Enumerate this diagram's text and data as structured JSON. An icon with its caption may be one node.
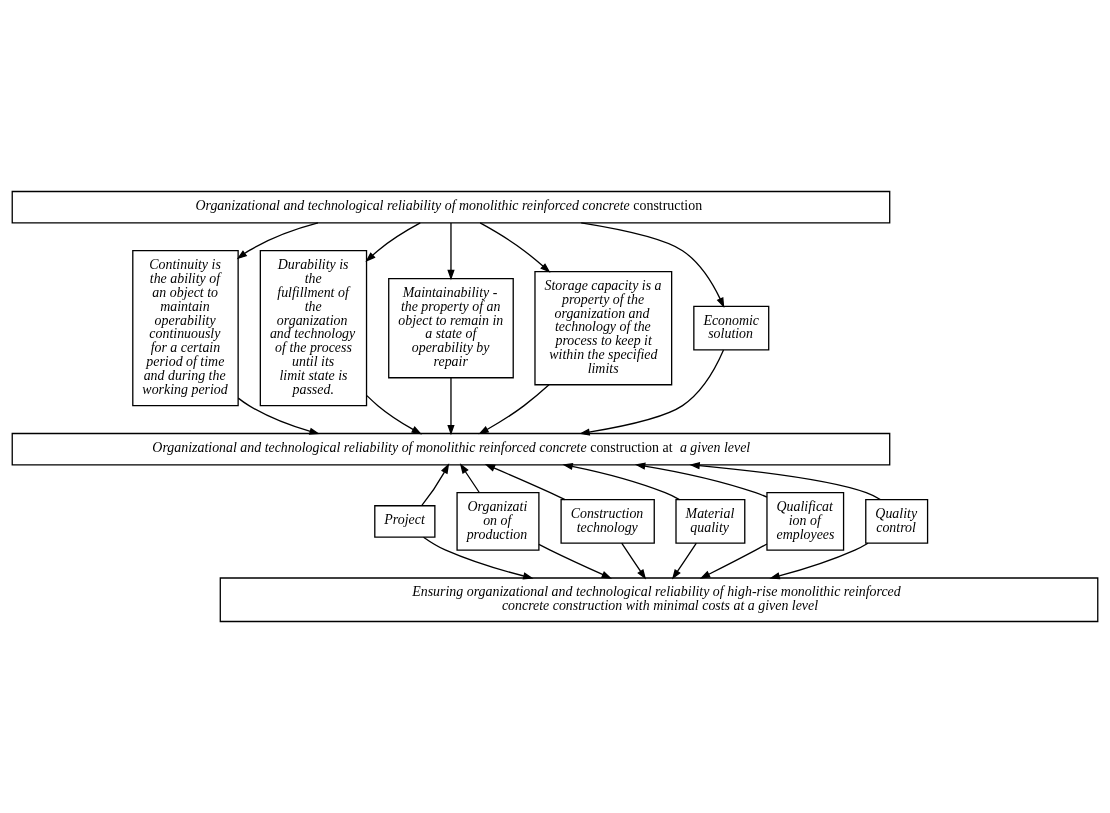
{
  "diagram": {
    "nodes": [
      {
        "text": [
          "*Organizational and technological reliability of monolithic reinforced concrete* construction"
        ]
      },
      {
        "text": [
          "Continuity is the ability of an object to maintain operability continuously for a certain period of time and during the working period"
        ]
      },
      {
        "text": [
          "Durability is the fulfillment of the organization and technology of the process until its limit state is passed."
        ]
      },
      {
        "text": [
          "Maintainability - the property of an object to remain in a state of operability by repair"
        ]
      },
      {
        "text": [
          "Storage capacity is a property of the organization and technology of the process to keep it within the specified limits"
        ]
      },
      {
        "text": [
          "Economic solution"
        ]
      },
      {
        "text": [
          "*Organizational and technological reliability of monolithic reinforced concrete* construction at *a given level*"
        ]
      },
      {
        "text": [
          "Project"
        ]
      },
      {
        "text": [
          "Organizati on of production"
        ]
      },
      {
        "text": [
          "Construction technology"
        ]
      },
      {
        "text": [
          "Material quality"
        ]
      },
      {
        "text": [
          "Qualificat ion of employees"
        ]
      },
      {
        "text": [
          "Quality control"
        ]
      },
      {
        "text": [
          "Ensuring organizational and technological reliability of high-rise monolithic reinforced concrete construction with minimal costs at a given level"
        ]
      }
    ],
    "edges": [
      {
        "from": 0,
        "to": 1,
        "arrow": "to"
      },
      {
        "from": 0,
        "to": 2,
        "arrow": "to"
      },
      {
        "from": 0,
        "to": 3,
        "arrow": "to"
      },
      {
        "from": 0,
        "to": 4,
        "arrow": "to"
      },
      {
        "from": 0,
        "to": 5,
        "arrow": "to"
      },
      {
        "from": 1,
        "to": 6,
        "arrow": "to"
      },
      {
        "from": 2,
        "to": 6,
        "arrow": "to"
      },
      {
        "from": 3,
        "to": 6,
        "arrow": "to"
      },
      {
        "from": 4,
        "to": 6,
        "arrow": "to"
      },
      {
        "from": 5,
        "to": 6,
        "arrow": "to"
      },
      {
        "from": 7,
        "to": 6,
        "arrow": "to"
      },
      {
        "from": 8,
        "to": 6,
        "arrow": "to"
      },
      {
        "from": 9,
        "to": 6,
        "arrow": "to"
      },
      {
        "from": 10,
        "to": 6,
        "arrow": "to"
      },
      {
        "from": 11,
        "to": 6,
        "arrow": "to"
      },
      {
        "from": 12,
        "to": 6,
        "arrow": "to"
      },
      {
        "from": 7,
        "to": 13,
        "arrow": "to"
      },
      {
        "from": 8,
        "to": 13,
        "arrow": "to"
      },
      {
        "from": 9,
        "to": 13,
        "arrow": "to"
      },
      {
        "from": 10,
        "to": 13,
        "arrow": "to"
      },
      {
        "from": 11,
        "to": 13,
        "arrow": "to"
      },
      {
        "from": 12,
        "to": 13,
        "arrow": "to"
      }
    ]
  }
}
